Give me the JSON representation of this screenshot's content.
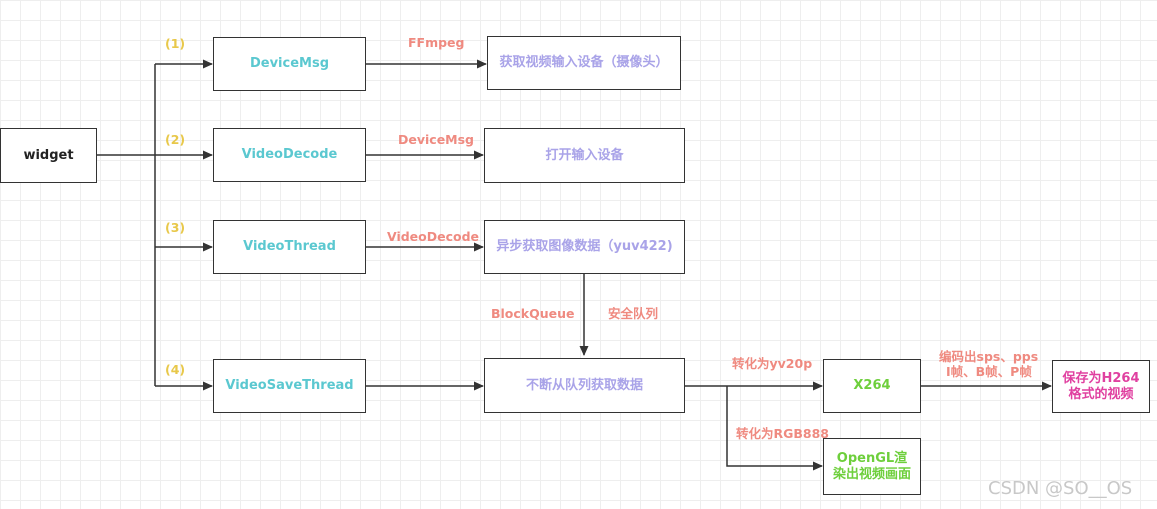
{
  "colors": {
    "teal": "#5bc8d0",
    "lavender": "#a9a3e8",
    "salmon": "#ef8a80",
    "gold": "#e8c84a",
    "green": "#6ecf3c",
    "pink": "#e040a0",
    "dark": "#222222",
    "line": "#333333"
  },
  "nodes": {
    "widget": "widget",
    "device_msg": "DeviceMsg",
    "video_decode": "VideoDecode",
    "video_thread": "VideoThread",
    "video_save_thread": "VideoSaveThread",
    "get_device": "获取视频输入设备（摄像头）",
    "open_device": "打开输入设备",
    "async_get": "异步获取图像数据（yuv422)",
    "fetch_queue": "不断从队列获取数据",
    "x264": "X264",
    "opengl": "OpenGL渲染出视频画面",
    "save_h264": "保存为H264格式的视频"
  },
  "steps": [
    "(1)",
    "(2)",
    "(3)",
    "(4)"
  ],
  "edge_labels": {
    "ffmpeg": "FFmpeg",
    "device_msg": "DeviceMsg",
    "video_decode": "VideoDecode",
    "block_queue": "BlockQueue",
    "safe_queue": "安全队列",
    "to_yv20p": "转化为yv20p",
    "to_rgb888": "转化为RGB888",
    "encode_line1": "编码出sps、pps",
    "encode_line2": "I帧、B帧、P帧"
  },
  "watermark": "CSDN @SO__OS"
}
